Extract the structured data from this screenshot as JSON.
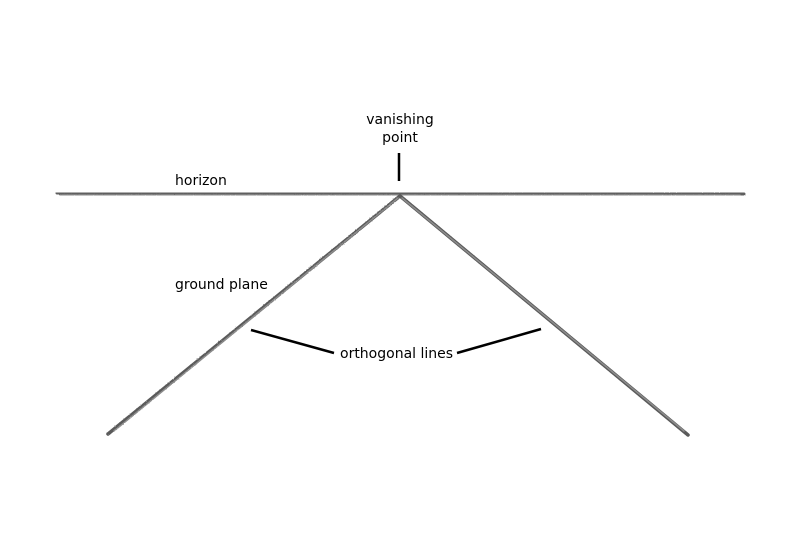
{
  "labels": {
    "horizon": "horizon",
    "vanishing_point_line1": "vanishing",
    "vanishing_point_line2": "point",
    "ground_plane": "ground plane",
    "orthogonal_lines": "orthogonal lines"
  },
  "colors": {
    "pencil": "#6b6b6b",
    "pencil_dark": "#4a4a4a",
    "ink": "#000000",
    "background": "#ffffff"
  }
}
